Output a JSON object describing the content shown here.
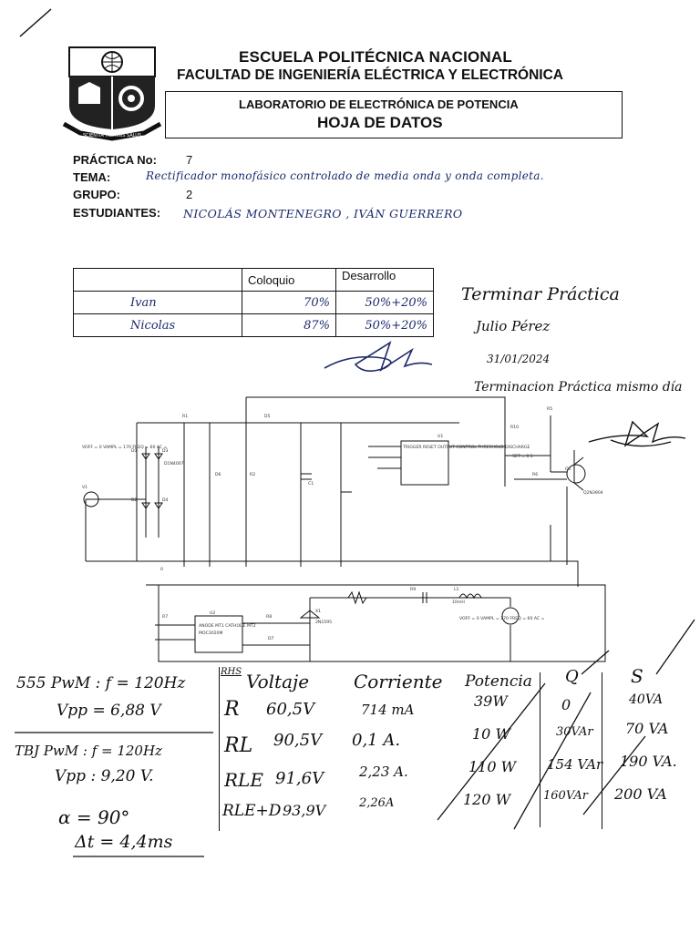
{
  "header": {
    "institution": "ESCUELA POLITÉCNICA NACIONAL",
    "faculty": "FACULTAD DE INGENIERÍA ELÉCTRICA Y ELECTRÓNICA",
    "lab_name": "LABORATORIO DE ELECTRÓNICA DE POTENCIA",
    "sheet_title": "HOJA DE DATOS",
    "logo_motto": "SCIENTIA HOMINIS SALUS"
  },
  "fields": {
    "practica_label": "PRÁCTICA No:",
    "practica_value": "7",
    "tema_label": "TEMA:",
    "tema_value": "Rectificador monofásico controlado de media onda y onda completa.",
    "grupo_label": "GRUPO:",
    "grupo_value": "2",
    "estudiantes_label": "ESTUDIANTES:",
    "estudiantes_value": "NICOLÁS MONTENEGRO , IVÁN GUERRERO"
  },
  "grades_table": {
    "headers": [
      "",
      "Coloquio",
      "Desarrollo"
    ],
    "rows": [
      [
        "Ivan",
        "70%",
        "50%+20%"
      ],
      [
        "Nicolas",
        "87%",
        "50%+20%"
      ]
    ]
  },
  "annotations": {
    "note1": "Terminar Práctica",
    "note2": "Julio Pérez",
    "date": "31/01/2024",
    "note3": "Terminacion Práctica mismo día"
  },
  "circuit_labels": {
    "source_v1": "VOFF = 0 VAMPL = 170 FREQ = 60 AC =",
    "v1": "V1",
    "d1": "D1",
    "d3": "D3",
    "d2": "D2",
    "d4": "D4",
    "d_part": "D1N4007",
    "d5": "D5",
    "r1": "R1",
    "d6": "D6",
    "r2": "R2",
    "c1": "C1",
    "u1": "U1",
    "u1_pins": "TRIGGER RESET OUTPUT CONTROL THRESHOLD DISCHARGE",
    "r10": "R10",
    "set": "SET = 0.5",
    "r5": "R5",
    "r6": "R6",
    "q1": "Q1",
    "q1_part": "Q2N3904",
    "ground": "0",
    "r7": "R7",
    "u2": "U2",
    "u2_part": "MOC3020M",
    "u2_pins": "ANODE MT1 CATHODE MT2",
    "r8": "R8",
    "d7": "D7",
    "x1": "X1",
    "x1_part": "2N1595",
    "r9": "R9",
    "l1": "L1",
    "l1_value": "10mH",
    "source_v2": "VOFF = 0 VAMPL = 170 FREQ = 60 AC ="
  },
  "notes": {
    "pwm555_line1": "555 PwM : f = 120Hz",
    "pwm555_line2": "Vpp = 6,88 V",
    "tbj_line1": "TBJ PwM : f = 120Hz",
    "tbj_line2": "Vpp : 9,20 V.",
    "alpha": "α = 90°",
    "delta_t": "Δt = 4,4ms"
  },
  "results_table": {
    "corner": "RHS",
    "headers": [
      "Voltaje",
      "Corriente",
      "Potencia",
      "Q",
      "S"
    ],
    "rows": [
      {
        "load": "R",
        "voltage": "60,5V",
        "current": "714 mA",
        "power": "39W",
        "q": "0",
        "s": "40VA"
      },
      {
        "load": "RL",
        "voltage": "90,5V",
        "current": "0,1 A.",
        "power": "10 W",
        "q": "30VAr",
        "s": "70 VA"
      },
      {
        "load": "RLE",
        "voltage": "91,6V",
        "current": "2,23 A.",
        "power": "110 W",
        "q": "154 VAr",
        "s": "190 VA."
      },
      {
        "load": "RLE+D",
        "voltage": "93,9V",
        "current": "2,26A",
        "power": "120 W",
        "q": "160VAr",
        "s": "200 VA"
      }
    ]
  }
}
